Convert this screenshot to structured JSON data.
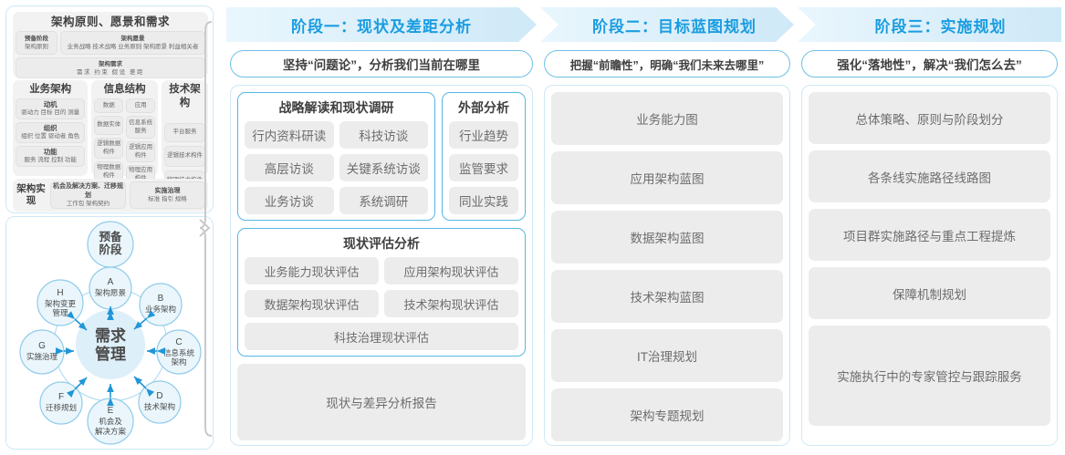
{
  "left_panel": {
    "togaf": {
      "header": "架构原则、愿景和需求",
      "prep": {
        "title": "预备阶段",
        "sub": "架构原则"
      },
      "vision": {
        "title": "架构愿景",
        "sub": "业务战略 技术战略 业务原则 架构愿景 利益相关者"
      },
      "requirements": {
        "title": "架构需求",
        "sub": "需求  约束  假设  差距"
      },
      "columns": [
        {
          "title": "业务架构",
          "items": [
            {
              "title": "动机",
              "sub": "驱动力 目标 目的 测量"
            },
            {
              "title": "组织",
              "sub": "组织 位置 驱动者 角色"
            },
            {
              "title": "功能",
              "sub": "服务 流程 控制 功能"
            }
          ]
        },
        {
          "title": "信息结构",
          "left": [
            "数据",
            "数据实体",
            "逻辑数据构件",
            "物理数据构件"
          ],
          "right": [
            "应用",
            "信息系统服务",
            "逻辑应用构件",
            "物理应用构件"
          ]
        },
        {
          "title": "技术架构",
          "items": [
            "平台服务",
            "逻辑技术构件",
            "物理技术构件"
          ]
        }
      ],
      "bottom": {
        "label": "架构实现",
        "cells": [
          {
            "title": "机会及解决方案、迁移规划",
            "sub": "工作包  架构契约"
          },
          {
            "title": "实施治理",
            "sub": "标准  指引  规格"
          }
        ]
      }
    },
    "adm": {
      "center": "需求管理",
      "prelim": "预备阶段",
      "nodes": [
        {
          "letter": "A",
          "label": "架构愿景"
        },
        {
          "letter": "B",
          "label": "业务架构"
        },
        {
          "letter": "C",
          "label": "信息系统架构"
        },
        {
          "letter": "D",
          "label": "技术架构"
        },
        {
          "letter": "E",
          "label": "机会及解决方案"
        },
        {
          "letter": "F",
          "label": "迁移规划"
        },
        {
          "letter": "G",
          "label": "实施治理"
        },
        {
          "letter": "H",
          "label": "架构变更管理"
        }
      ]
    }
  },
  "colors": {
    "banner_fill_start": "#d6edfa",
    "banner_fill_end": "#eaf6fd",
    "banner_text": "#1a9de0",
    "card_border": "#cfe8f5",
    "inner_border": "#56b6e4",
    "chip_bg": "#ececec",
    "chip_text": "#6d6d6d"
  },
  "phases": [
    {
      "banner": "阶段一：现状及差距分析",
      "subtitle": "坚持“问题论”，分析我们当前在哪里",
      "groups": [
        {
          "title": "战略解读和现状调研",
          "chips": [
            "行内资料研读",
            "科技访谈",
            "高层访谈",
            "关键系统访谈",
            "业务访谈",
            "系统调研"
          ]
        },
        {
          "title": "外部分析",
          "chips": [
            "行业趋势",
            "监管要求",
            "同业实践"
          ]
        },
        {
          "title": "现状评估分析",
          "chips": [
            "业务能力现状评估",
            "应用架构现状评估",
            "数据架构现状评估",
            "技术架构现状评估",
            "科技治理现状评估"
          ]
        }
      ],
      "report": "现状与差异分析报告"
    },
    {
      "banner": "阶段二：目标蓝图规划",
      "subtitle": "把握“前瞻性”，明确“我们未来去哪里”",
      "blocks": [
        "业务能力图",
        "应用架构蓝图",
        "数据架构蓝图",
        "技术架构蓝图",
        "IT治理规划",
        "架构专题规划"
      ]
    },
    {
      "banner": "阶段三：实施规划",
      "subtitle": "强化“落地性”，解决“我们怎么去”",
      "blocks": [
        "总体策略、原则与阶段划分",
        "各条线实施路径线路图",
        "项目群实施路径与重点工程提炼",
        "保障机制规划",
        "实施执行中的专家管控与跟踪服务"
      ]
    }
  ]
}
